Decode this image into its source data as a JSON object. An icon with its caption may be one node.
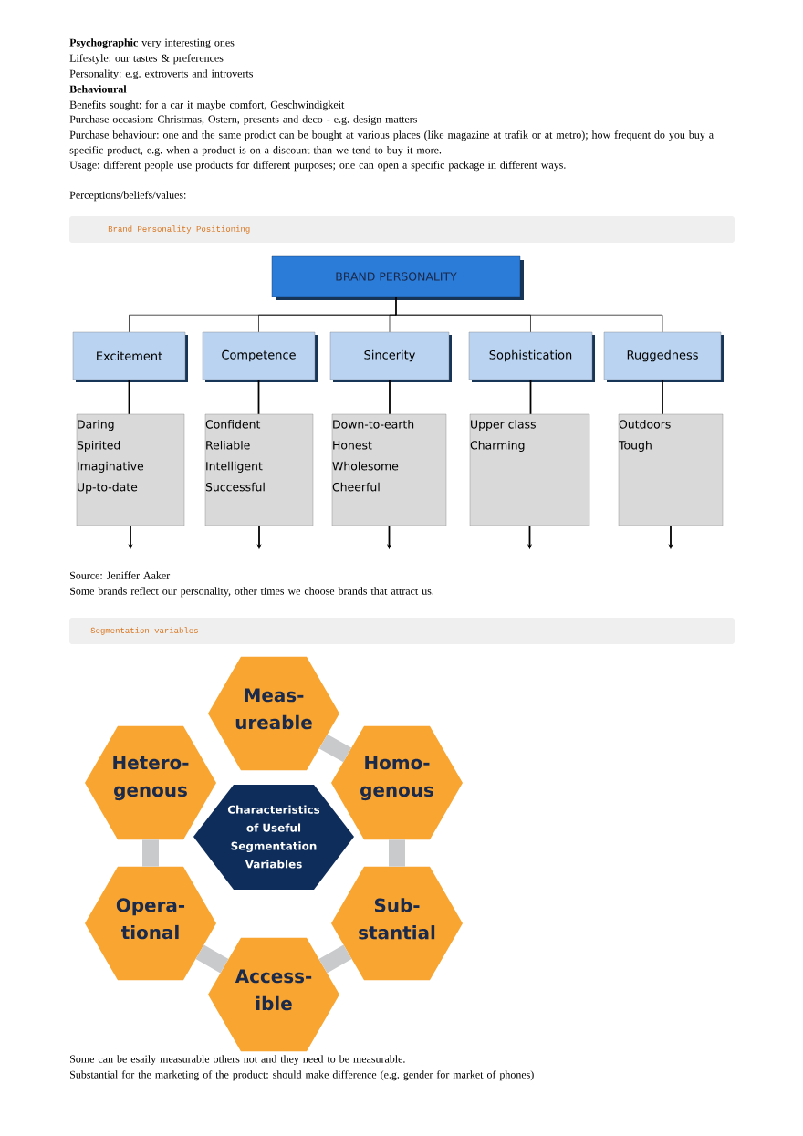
{
  "diagram": {
    "nodes": [
      {
        "text": [
          "BRAND PERSONALITY"
        ]
      },
      {
        "text": [
          "Excitement"
        ]
      },
      {
        "text": [
          "Competence"
        ]
      },
      {
        "text": [
          "Sincerity"
        ]
      },
      {
        "text": [
          "Sophistication"
        ]
      },
      {
        "text": [
          "Ruggedness"
        ]
      },
      {
        "text": [
          "Daring",
          "Spirited",
          "Imaginative",
          "Up-to-date"
        ]
      },
      {
        "text": [
          "Confident",
          "Reliable",
          "Intelligent",
          "Successful"
        ]
      },
      {
        "text": [
          "Down-to-earth",
          "Honest",
          "Wholesome",
          "Cheerful"
        ]
      },
      {
        "text": [
          "Upper class",
          "Charming"
        ]
      },
      {
        "text": [
          "Outdoors",
          "Tough"
        ]
      },
      {
        "text": [
          "Characteristics of Useful Segmentation Variables"
        ]
      },
      {
        "text": [
          "Meas- ureable"
        ]
      },
      {
        "text": [
          "Hetero- genous"
        ]
      },
      {
        "text": [
          "Homo- genous"
        ]
      },
      {
        "text": [
          "Opera- tional"
        ]
      },
      {
        "text": [
          "Sub- stantial"
        ]
      },
      {
        "text": [
          "Access- ible"
        ]
      }
    ],
    "edges": [
      {
        "from": 0,
        "to": 1,
        "arrow": "none"
      },
      {
        "from": 0,
        "to": 2,
        "arrow": "none"
      },
      {
        "from": 0,
        "to": 3,
        "arrow": "none"
      },
      {
        "from": 0,
        "to": 4,
        "arrow": "none"
      },
      {
        "from": 0,
        "to": 5,
        "arrow": "none"
      },
      {
        "from": 1,
        "to": 6,
        "arrow": "none"
      },
      {
        "from": 2,
        "to": 7,
        "arrow": "none"
      },
      {
        "from": 3,
        "to": 8,
        "arrow": "none"
      },
      {
        "from": 4,
        "to": 9,
        "arrow": "none"
      },
      {
        "from": 5,
        "to": 10,
        "arrow": "none"
      },
      {
        "from": 6,
        "to": null,
        "arrow": "to"
      },
      {
        "from": 7,
        "to": null,
        "arrow": "to"
      },
      {
        "from": 8,
        "to": null,
        "arrow": "to"
      },
      {
        "from": 9,
        "to": null,
        "arrow": "to"
      },
      {
        "from": 10,
        "to": null,
        "arrow": "to"
      },
      {
        "from": 12,
        "to": 14,
        "arrow": "none",
        "style": "thick",
        "color": "#c9cacc"
      },
      {
        "from": 14,
        "to": 16,
        "arrow": "none",
        "style": "thick",
        "color": "#c9cacc"
      },
      {
        "from": 16,
        "to": 17,
        "arrow": "none",
        "style": "thick",
        "color": "#c9cacc"
      },
      {
        "from": 17,
        "to": 15,
        "arrow": "none",
        "style": "thick",
        "color": "#c9cacc"
      },
      {
        "from": 15,
        "to": 13,
        "arrow": "none",
        "style": "thick",
        "color": "#c9cacc"
      }
    ],
    "labels": [
      "**Psychographic** very interesting ones",
      "Lifestyle: our tastes & preferences",
      "Personality: e.g. extroverts and introverts",
      "Behavioural",
      "Benefits sought: for a car it maybe comfort, Geschwindigkeit",
      "Purchase occasion: Christmas, Ostern, presents and deco - e.g. design matters",
      "Purchase behaviour: one and the same prodict can be bought at various places (like magazine at trafik or at metro); how frequent do you buy a specific product, e.g. when a product is on a discount than we tend to buy it more.",
      "Usage: different people use products for different purposes; one can open a specific package in different ways.",
      "Perceptions/beliefs/values:",
      "Brand Personality Positioning",
      "Source: Jeniffer Aaker",
      "Some brands reflect our personality, other times we choose brands that attract us.",
      "Segmentation variables",
      "Some can be esaily measurable others not and they need to be measurable.",
      "Substantial for the marketing of the product: should make difference (e.g. gender for market of phones)"
    ]
  }
}
